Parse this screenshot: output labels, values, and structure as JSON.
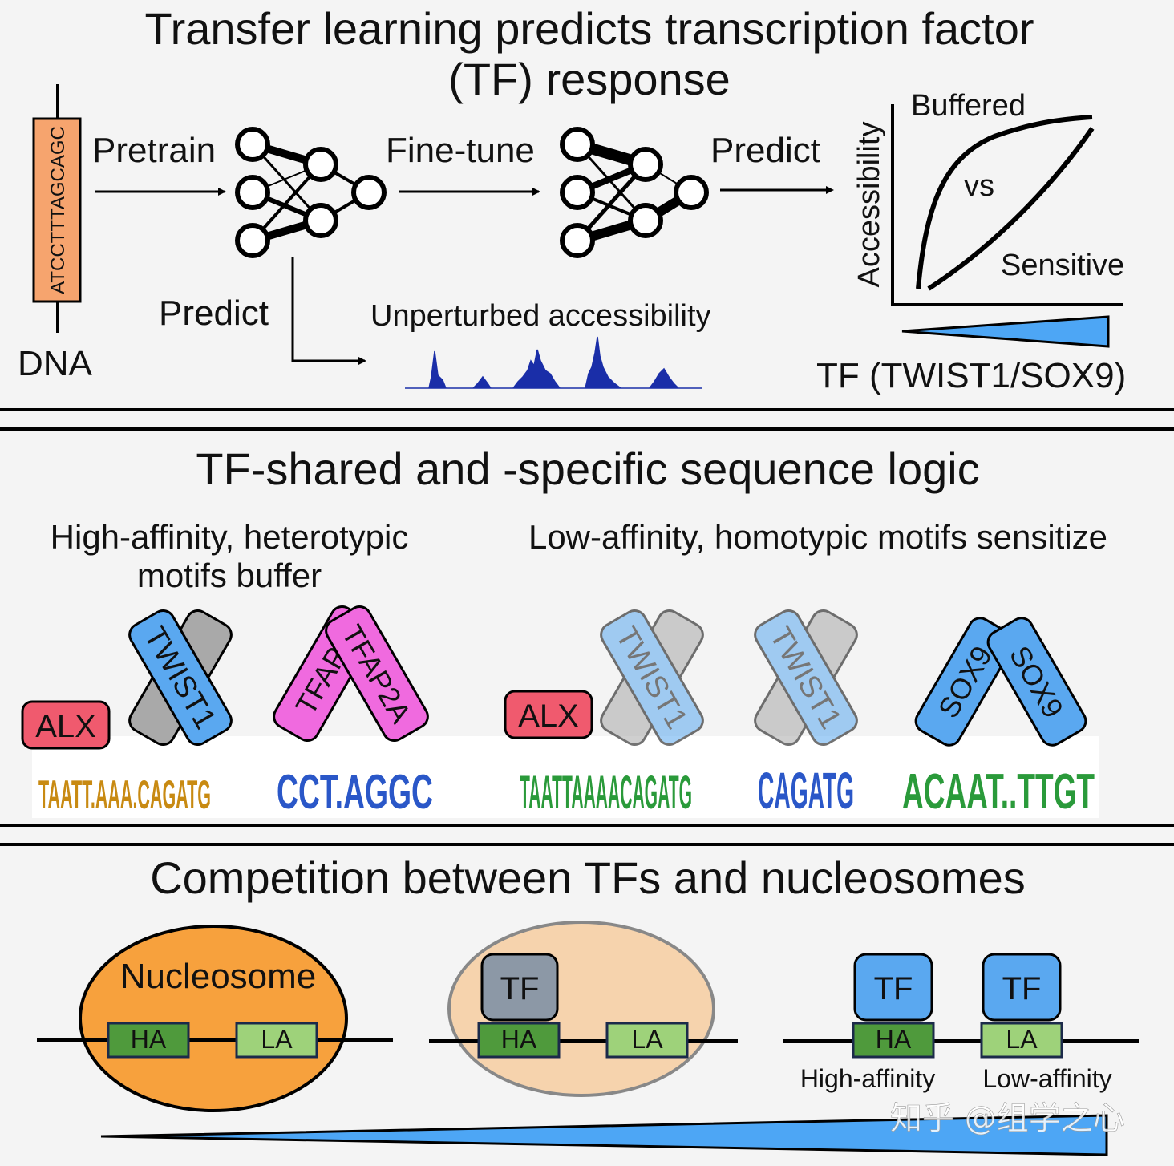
{
  "panel1": {
    "title_line1": "Transfer learning predicts transcription factor",
    "title_line2": "(TF) response",
    "dna_sequence": "ATCCTTTAGCAGC",
    "dna_label": "DNA",
    "pretrain_label": "Pretrain",
    "finetune_label": "Fine-tune",
    "predict_label_top": "Predict",
    "predict_label_bottom": "Predict",
    "unperturbed_label": "Unperturbed accessibility",
    "graph": {
      "ylabel": "Accessibility",
      "buffered_label": "Buffered",
      "vs_label": "vs",
      "sensitive_label": "Sensitive",
      "xlabel": "TF (TWIST1/SOX9)"
    }
  },
  "panel2": {
    "title": "TF-shared and -specific sequence logic",
    "left_subtitle_line1": "High-affinity, heterotypic",
    "left_subtitle_line2": "motifs buffer",
    "right_subtitle": "Low-affinity, homotypic motifs sensitize",
    "tf_labels": {
      "alx": "ALX",
      "twist1": "TWIST1",
      "tfap2a": "TFAP2A",
      "tfap2_partial": "TFAP2",
      "sox9": "SOX9"
    },
    "motifs": {
      "m1": "TAATT.AAA.CAGATG",
      "m2": "CCT.AGGC",
      "m3": "TAATTAAAACAGATG",
      "m4": "CAGATG",
      "m5": "ACAAT..TTGT"
    }
  },
  "panel3": {
    "title": "Competition between TFs and nucleosomes",
    "nucleosome_label": "Nucleosome",
    "tf_label": "TF",
    "ha_label": "HA",
    "la_label": "LA",
    "high_affinity_label": "High-affinity",
    "low_affinity_label": "Low-affinity",
    "watermark": "知乎 @组学之心"
  },
  "colors": {
    "background": "#f4f4f4",
    "dna_fill": "#f6a46e",
    "nn_stroke": "#000000",
    "track_blue": "#1a2ea8",
    "wedge_blue": "#4da6f5",
    "alx_red": "#f05a6e",
    "twist_blue": "#5aa8f0",
    "gray_box": "#a9a9a9",
    "tfap2_pink": "#f06adf",
    "sox9_blue": "#5aa8f0",
    "nucleosome_orange": "#f7a13d",
    "nucleosome_light": "#f6d3ad",
    "ha_green": "#4f9a3c",
    "la_green": "#9ed27a",
    "tf_gray": "#8c98a6",
    "tf_blue": "#5aa8f0"
  }
}
